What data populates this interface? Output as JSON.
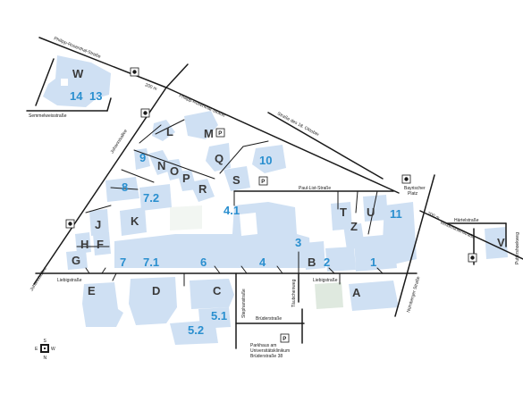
{
  "labels_blue": [
    "14",
    "13",
    "10",
    "9",
    "8",
    "7.2",
    "4.1",
    "3",
    "11",
    "7",
    "7.1",
    "6",
    "4",
    "2",
    "1",
    "5.1",
    "5.2"
  ],
  "labels_dark": [
    "W",
    "L",
    "M",
    "Q",
    "N",
    "O",
    "P",
    "R",
    "S",
    "J",
    "K",
    "T",
    "Z",
    "U",
    "H",
    "F",
    "G",
    "B",
    "V",
    "E",
    "D",
    "C",
    "A"
  ],
  "streets": {
    "philipp_rosenthal_1": "Philipp-Rosenthal-Straße",
    "philipp_rosenthal_2": "Philipp-Rosenthal-Straße",
    "semmelweis": "Semmelweisstraße",
    "johannis_1": "Johannisallee",
    "johannis_2": "Johannisallee",
    "strasse_18": "Straße des 18. Oktober",
    "paul_list": "Paul-List-Straße",
    "liebig_1": "Liebigstraße",
    "liebig_2": "Liebigstraße",
    "stephan": "Stephanstraße",
    "tauber": "Täubchenweg",
    "brueder": "Brüderstraße",
    "nuernberger": "Nürnberger Straße",
    "haertel": "Härtelstraße",
    "windmuehlen": "Windmühlenstraße",
    "puttershoek": "Puttershoekweg"
  },
  "distances": [
    "200 m",
    "200 m"
  ],
  "parking": {
    "symbol": "P",
    "note_line1": "Parkhaus am",
    "note_line2": "Universitätsklinikum",
    "note_line3": "Brüderstraße 38"
  },
  "bayrischer": {
    "line1": "Bayrischer",
    "line2": "Platz"
  },
  "compass": {
    "north": "N",
    "south": "S",
    "east": "E",
    "west": "W"
  }
}
